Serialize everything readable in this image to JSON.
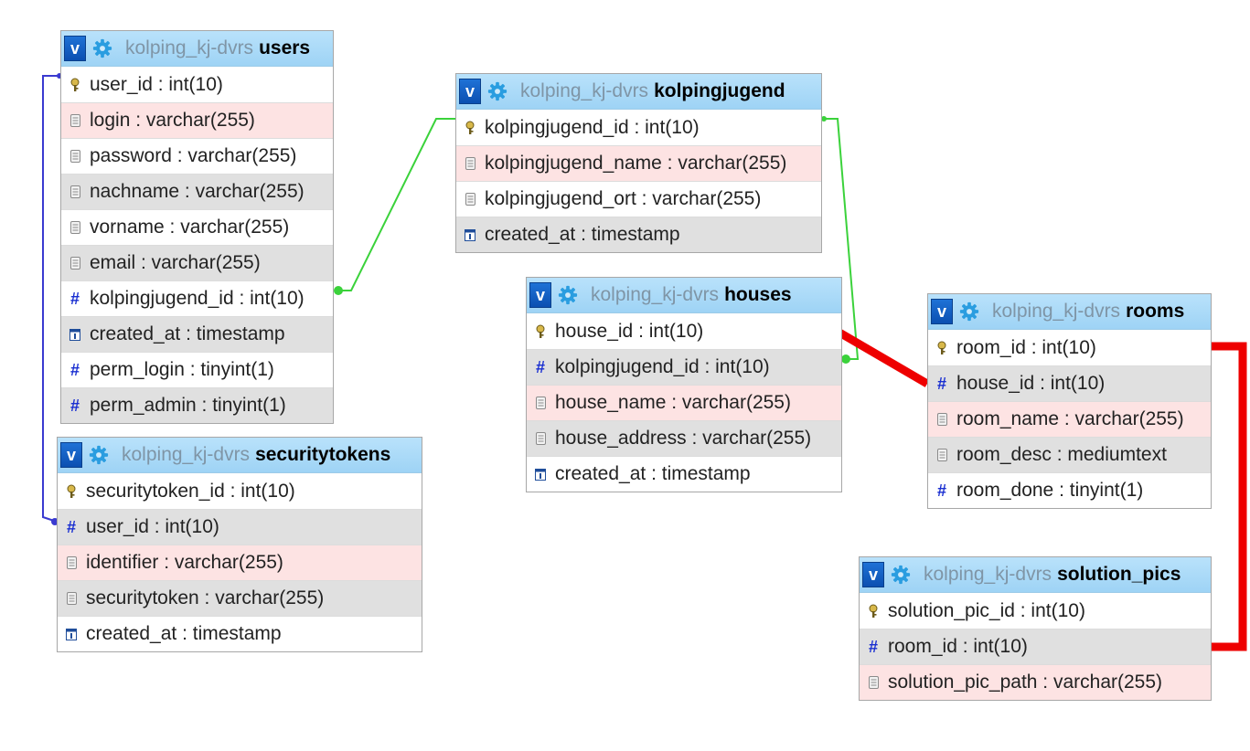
{
  "database": "kolping_kj-dvrs",
  "colors": {
    "header": "#a8d9f8",
    "pink_row": "#fde3e3",
    "gray_row": "#e0e0e0",
    "green_link": "#3bd23b",
    "blue_link": "#3a3ad0",
    "red_link": "#ee0000"
  },
  "tables": {
    "users": {
      "db": "kolping_kj-dvrs",
      "name": "users",
      "columns": [
        {
          "text": "user_id : int(10)",
          "icon": "key-icon"
        },
        {
          "text": "login : varchar(255)",
          "icon": "doc-icon"
        },
        {
          "text": "password : varchar(255)",
          "icon": "doc-icon"
        },
        {
          "text": "nachname : varchar(255)",
          "icon": "doc-icon"
        },
        {
          "text": "vorname : varchar(255)",
          "icon": "doc-icon"
        },
        {
          "text": "email : varchar(255)",
          "icon": "doc-icon"
        },
        {
          "text": "kolpingjugend_id : int(10)",
          "icon": "hash-icon"
        },
        {
          "text": "created_at : timestamp",
          "icon": "timestamp-icon"
        },
        {
          "text": "perm_login : tinyint(1)",
          "icon": "hash-icon"
        },
        {
          "text": "perm_admin : tinyint(1)",
          "icon": "hash-icon"
        }
      ]
    },
    "securitytokens": {
      "db": "kolping_kj-dvrs",
      "name": "securitytokens",
      "columns": [
        {
          "text": "securitytoken_id : int(10)",
          "icon": "key-icon"
        },
        {
          "text": "user_id : int(10)",
          "icon": "hash-icon"
        },
        {
          "text": "identifier : varchar(255)",
          "icon": "doc-icon"
        },
        {
          "text": "securitytoken : varchar(255)",
          "icon": "doc-icon"
        },
        {
          "text": "created_at : timestamp",
          "icon": "timestamp-icon"
        }
      ]
    },
    "kolpingjugend": {
      "db": "kolping_kj-dvrs",
      "name": "kolpingjugend",
      "columns": [
        {
          "text": "kolpingjugend_id : int(10)",
          "icon": "key-icon"
        },
        {
          "text": "kolpingjugend_name : varchar(255)",
          "icon": "doc-icon"
        },
        {
          "text": "kolpingjugend_ort : varchar(255)",
          "icon": "doc-icon"
        },
        {
          "text": "created_at : timestamp",
          "icon": "timestamp-icon"
        }
      ]
    },
    "houses": {
      "db": "kolping_kj-dvrs",
      "name": "houses",
      "columns": [
        {
          "text": "house_id : int(10)",
          "icon": "key-icon"
        },
        {
          "text": "kolpingjugend_id : int(10)",
          "icon": "hash-icon"
        },
        {
          "text": "house_name : varchar(255)",
          "icon": "doc-icon"
        },
        {
          "text": "house_address : varchar(255)",
          "icon": "doc-icon"
        },
        {
          "text": "created_at : timestamp",
          "icon": "timestamp-icon"
        }
      ]
    },
    "rooms": {
      "db": "kolping_kj-dvrs",
      "name": "rooms",
      "columns": [
        {
          "text": "room_id : int(10)",
          "icon": "key-icon"
        },
        {
          "text": "house_id : int(10)",
          "icon": "hash-icon"
        },
        {
          "text": "room_name : varchar(255)",
          "icon": "doc-icon"
        },
        {
          "text": "room_desc : mediumtext",
          "icon": "doc-icon"
        },
        {
          "text": "room_done : tinyint(1)",
          "icon": "hash-icon"
        }
      ]
    },
    "solution_pics": {
      "db": "kolping_kj-dvrs",
      "name": "solution_pics",
      "columns": [
        {
          "text": "solution_pic_id : int(10)",
          "icon": "key-icon"
        },
        {
          "text": "room_id : int(10)",
          "icon": "hash-icon"
        },
        {
          "text": "solution_pic_path : varchar(255)",
          "icon": "doc-icon"
        }
      ]
    }
  }
}
